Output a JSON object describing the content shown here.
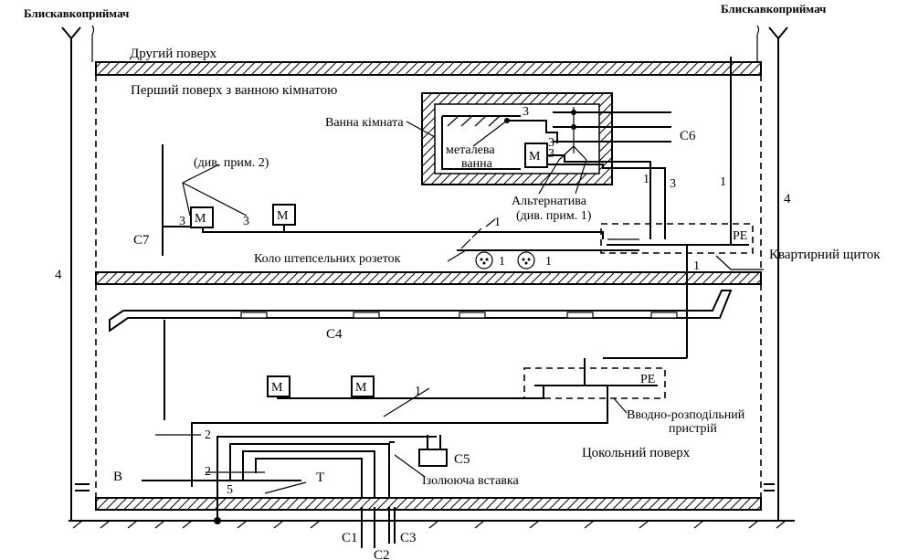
{
  "labels": {
    "lightning_left": "Блискавкоприймач",
    "lightning_right": "Блискавкоприймач",
    "second_floor": "Другий поверх",
    "first_floor": "Перший поверх з ванною кімнатою",
    "bathroom": "Ванна кімната",
    "metal_bath_line1": "металева",
    "metal_bath_line2": "ванна",
    "c6": "C6",
    "alternative_line1": "Альтернатива",
    "alternative_line2": "(див. прим. 1)",
    "see_note_2": "(див. прим. 2)",
    "c7": "C7",
    "socket_circuit": "Коло штепсельних розеток",
    "apartment_panel": "Квартирний щиток",
    "pe_top": "PE",
    "pe_bottom": "PE",
    "c4": "C4",
    "input_device_line1": "Вводно-розподільний",
    "input_device_line2": "пристрій",
    "basement": "Цокольний поверх",
    "c5": "C5",
    "insulating_insert": "Ізолююча  вставка",
    "b": "B",
    "t": "T",
    "c1": "C1",
    "c2": "C2",
    "c3": "C3",
    "m": "M",
    "n1": "1",
    "n2": "2",
    "n3": "3",
    "n4": "4",
    "n5": "5"
  }
}
